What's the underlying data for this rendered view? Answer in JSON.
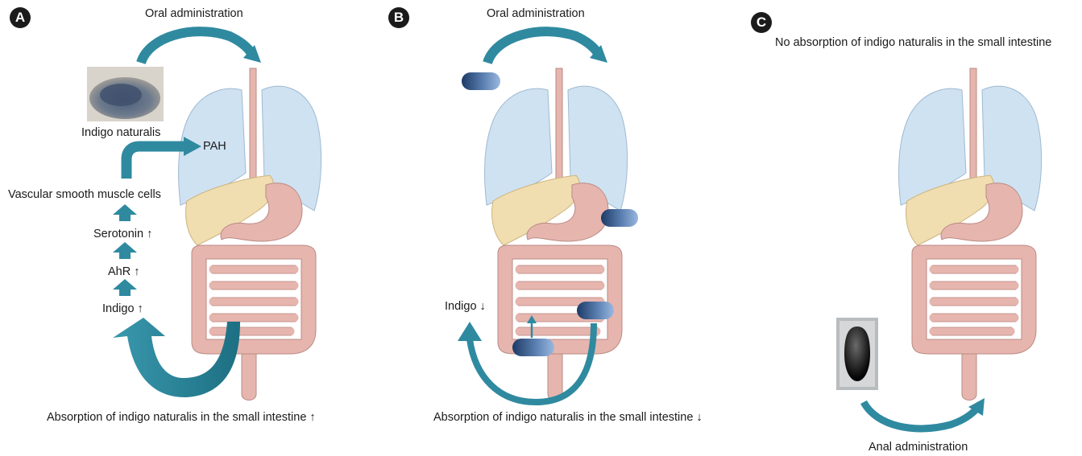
{
  "panels": {
    "a": {
      "badge": "A",
      "oral_label": "Oral administration",
      "photo_label": "Indigo naturalis",
      "pah_label": "PAH",
      "chain": [
        "Vascular smooth muscle cells",
        "Serotonin ↑",
        "AhR ↑",
        "Indigo ↑"
      ],
      "bottom_label": "Absorption of indigo naturalis in the small intestine ↑"
    },
    "b": {
      "badge": "B",
      "oral_label": "Oral administration",
      "indigo_label": "Indigo ↓",
      "bottom_label": "Absorption of indigo naturalis in the small intestine ↓"
    },
    "c": {
      "badge": "C",
      "top_label": "No absorption of indigo naturalis in the small intestine",
      "bottom_label": "Anal administration"
    }
  },
  "colors": {
    "arrow": "#2f8aa0",
    "lung": "#cfe2f2",
    "liver": "#f0ddb0",
    "gut": "#e6b5ae",
    "capsule": "#2e4d7a"
  }
}
